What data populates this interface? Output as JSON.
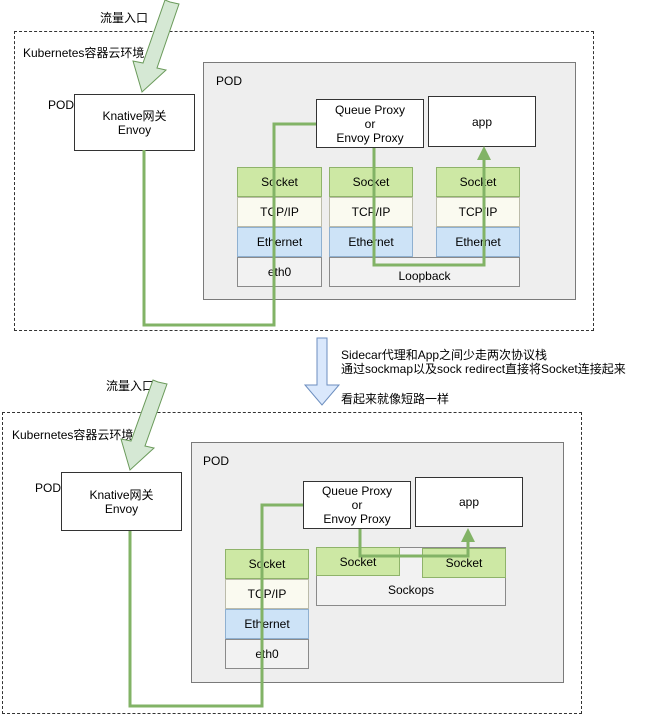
{
  "top": {
    "ingress_label": "流量入口",
    "env_label": "Kubernetes容器云环境",
    "gateway_pod_label": "POD",
    "gateway_label": "Knative网关\nEnvoy",
    "app_pod_label": "POD",
    "proxy_label": "Queue Proxy\nor\nEnvoy Proxy",
    "app_label": "app",
    "stack_left": {
      "socket": "Socket",
      "tcp": "TCP/IP",
      "eth": "Ethernet",
      "iface": "eth0"
    },
    "stack_mid": {
      "socket": "Socket",
      "tcp": "TCP/IP",
      "eth": "Ethernet"
    },
    "stack_right": {
      "socket": "Socket",
      "tcp": "TCP/IP",
      "eth": "Ethernet"
    },
    "loopback_label": "Loopback"
  },
  "note": {
    "line1": "Sidecar代理和App之间少走两次协议栈",
    "line2": "通过sockmap以及sock redirect直接将Socket连接起来",
    "line3": "看起来就像短路一样"
  },
  "bottom": {
    "ingress_label": "流量入口",
    "env_label": "Kubernetes容器云环境",
    "gateway_pod_label": "POD",
    "gateway_label": "Knative网关\nEnvoy",
    "app_pod_label": "POD",
    "proxy_label": "Queue Proxy\nor\nEnvoy Proxy",
    "app_label": "app",
    "stack_left": {
      "socket": "Socket",
      "tcp": "TCP/IP",
      "eth": "Ethernet",
      "iface": "eth0"
    },
    "socket_mid": "Socket",
    "socket_right": "Socket",
    "sockops_label": "Sockops"
  },
  "colors": {
    "flow_line": "#82b366",
    "socket_fill": "#cde8a4",
    "ethernet_fill": "#cde3f7",
    "ingress_arrow": "#d5e8d4",
    "down_arrow": "#dae8fc"
  }
}
